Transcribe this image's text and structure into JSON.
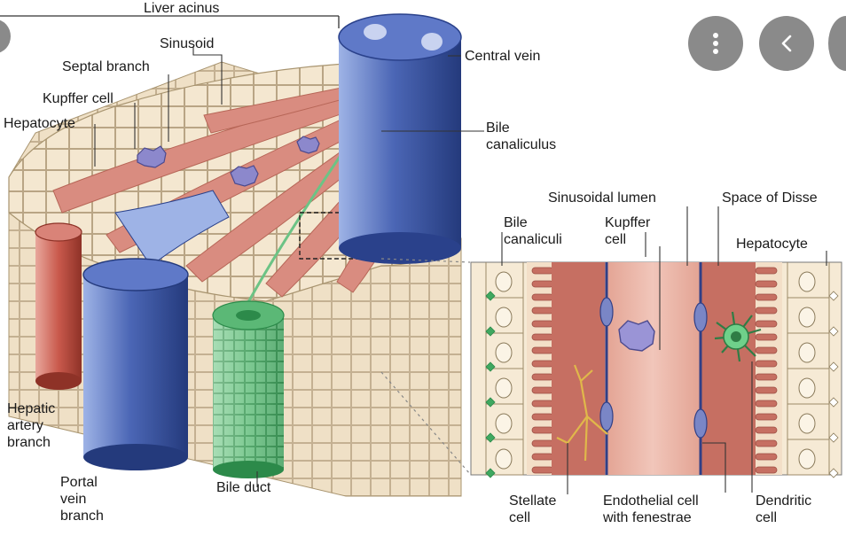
{
  "labels": {
    "liver_acinus": "Liver acinus",
    "sinusoid": "Sinusoid",
    "septal_branch": "Septal branch",
    "kupffer_cell": "Kupffer cell",
    "hepatocyte": "Hepatocyte",
    "central_vein": "Central vein",
    "bile_canaliculus": [
      "Bile",
      "canaliculus"
    ],
    "hepatic_artery_branch": [
      "Hepatic",
      "artery",
      "branch"
    ],
    "portal_vein_branch": [
      "Portal",
      "vein",
      "branch"
    ],
    "bile_duct": "Bile duct",
    "sinusoidal_lumen": "Sinusoidal lumen",
    "space_of_disse": "Space of Disse",
    "bile_canaliculi": [
      "Bile",
      "canaliculi"
    ],
    "kupffer_cell_inset": [
      "Kupffer",
      "cell"
    ],
    "hepatocyte_inset": "Hepatocyte",
    "stellate_cell": [
      "Stellate",
      "cell"
    ],
    "endothelial_cell": [
      "Endothelial cell",
      "with fenestrae"
    ],
    "dendritic_cell": [
      "Dendritic",
      "cell"
    ]
  },
  "controls": {
    "more_icon": "more-vertical-icon",
    "back_icon": "chevron-left-icon",
    "button_color": "#8a8a8a"
  },
  "colors": {
    "hepatocyte_fill": "#f3e6cf",
    "sinusoid_fill": "#d98c80",
    "vein_blue": "#3f5aa6",
    "artery_red": "#c9594c",
    "bile_green": "#3fa860",
    "kupffer_purple": "#8c88cc"
  }
}
